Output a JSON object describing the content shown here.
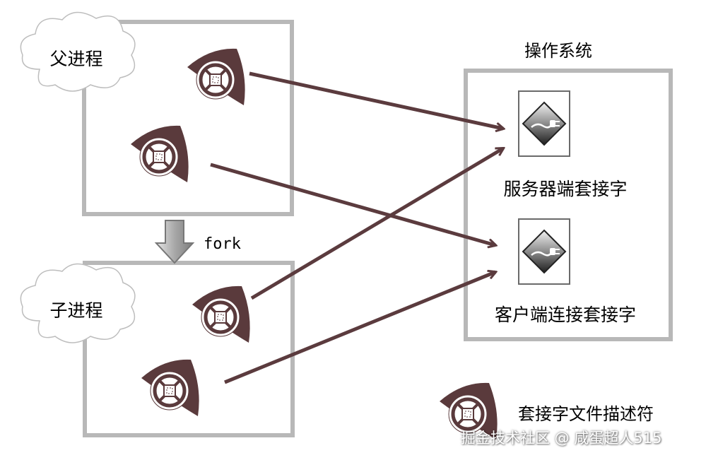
{
  "parent": {
    "label": "父进程"
  },
  "child": {
    "label": "子进程"
  },
  "fork_label": "fork",
  "os": {
    "title": "操作系统",
    "server_socket_label": "服务器端套接字",
    "client_socket_label": "客户端连接套接字"
  },
  "legend": {
    "label": "套接字文件描述符"
  },
  "watermark": "掘金技术社区 @ 咸蛋超人515",
  "colors": {
    "box_border": "#b8b8b8",
    "arrow": "#5b3b3e",
    "descriptor": "#5a3a3c",
    "fork_arrow": "#9a9a9a"
  }
}
